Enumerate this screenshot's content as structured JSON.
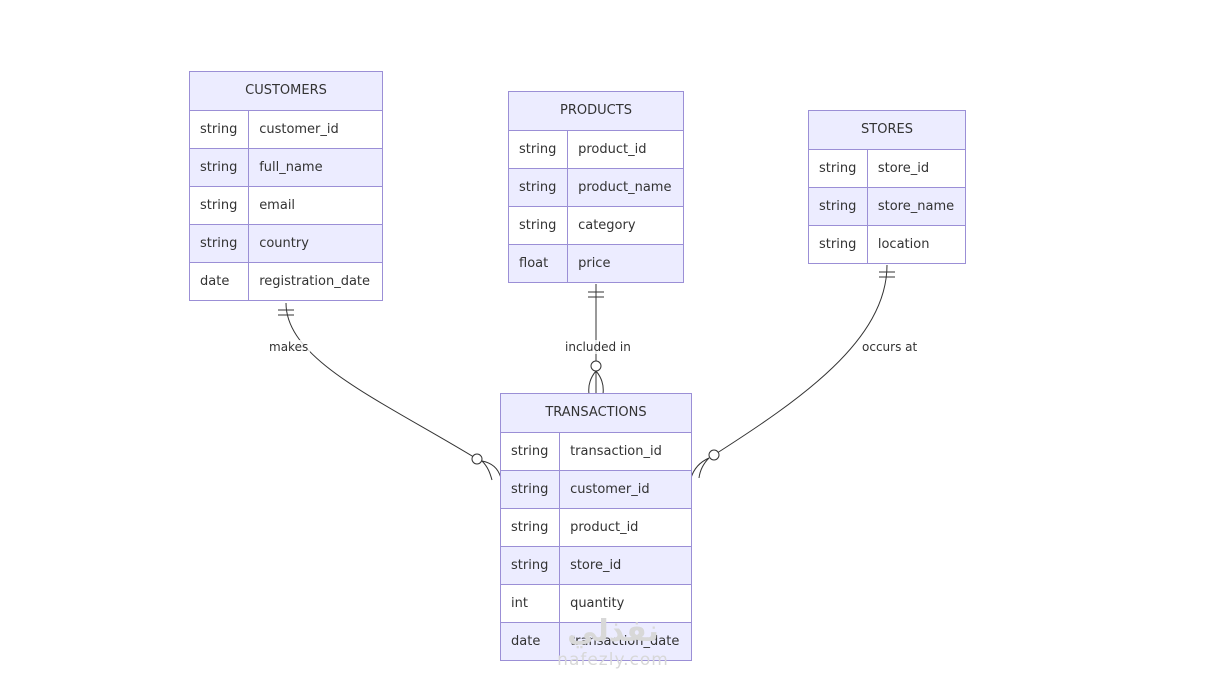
{
  "entities": {
    "customers": {
      "name": "CUSTOMERS",
      "attributes": [
        {
          "type": "string",
          "name": "customer_id"
        },
        {
          "type": "string",
          "name": "full_name"
        },
        {
          "type": "string",
          "name": "email"
        },
        {
          "type": "string",
          "name": "country"
        },
        {
          "type": "date",
          "name": "registration_date"
        }
      ]
    },
    "products": {
      "name": "PRODUCTS",
      "attributes": [
        {
          "type": "string",
          "name": "product_id"
        },
        {
          "type": "string",
          "name": "product_name"
        },
        {
          "type": "string",
          "name": "category"
        },
        {
          "type": "float",
          "name": "price"
        }
      ]
    },
    "stores": {
      "name": "STORES",
      "attributes": [
        {
          "type": "string",
          "name": "store_id"
        },
        {
          "type": "string",
          "name": "store_name"
        },
        {
          "type": "string",
          "name": "location"
        }
      ]
    },
    "transactions": {
      "name": "TRANSACTIONS",
      "attributes": [
        {
          "type": "string",
          "name": "transaction_id"
        },
        {
          "type": "string",
          "name": "customer_id"
        },
        {
          "type": "string",
          "name": "product_id"
        },
        {
          "type": "string",
          "name": "store_id"
        },
        {
          "type": "int",
          "name": "quantity"
        },
        {
          "type": "date",
          "name": "transaction_date"
        }
      ]
    }
  },
  "relationships": {
    "makes": "makes",
    "included_in": "included in",
    "occurs_at": "occurs at"
  },
  "watermark": {
    "arabic": "نفذلي",
    "latin": "nafezly.com"
  }
}
